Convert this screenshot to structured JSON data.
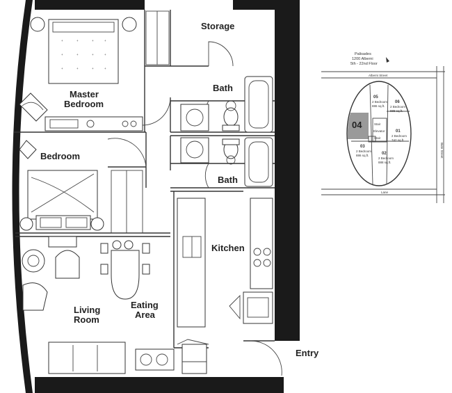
{
  "rooms": {
    "storage": "Storage",
    "master_1": "Master",
    "master_2": "Bedroom",
    "bath_top": "Bath",
    "bedroom": "Bedroom",
    "bath_bottom": "Bath",
    "kitchen": "Kitchen",
    "living_1": "Living",
    "living_2": "Room",
    "eating_1": "Eating",
    "eating_2": "Area",
    "entry": "Entry"
  },
  "key_plan": {
    "building_1": "Palisades",
    "building_2": "1200 Alberni",
    "floors": "5th - 22nd Floor",
    "street_top": "Alberni Street",
    "street_right": "Bute Street",
    "street_bottom": "Lane",
    "highlighted_unit": "04",
    "units": [
      {
        "num": "05",
        "l1": "2 Bedroom",
        "l2": "886 sq.ft."
      },
      {
        "num": "06",
        "l1": "2 Bedroom",
        "l2": "888 sq.ft."
      },
      {
        "num": "01",
        "l1": "2 Bedroom",
        "l2": "742 sq.ft."
      },
      {
        "num": "02",
        "l1": "2 Bedroom",
        "l2": "888 sq.ft."
      },
      {
        "num": "03",
        "l1": "2 Bedroom",
        "l2": "886 sq.ft."
      }
    ],
    "core_1": "Stair",
    "core_2": "Elevator",
    "core_3": "Stair"
  }
}
